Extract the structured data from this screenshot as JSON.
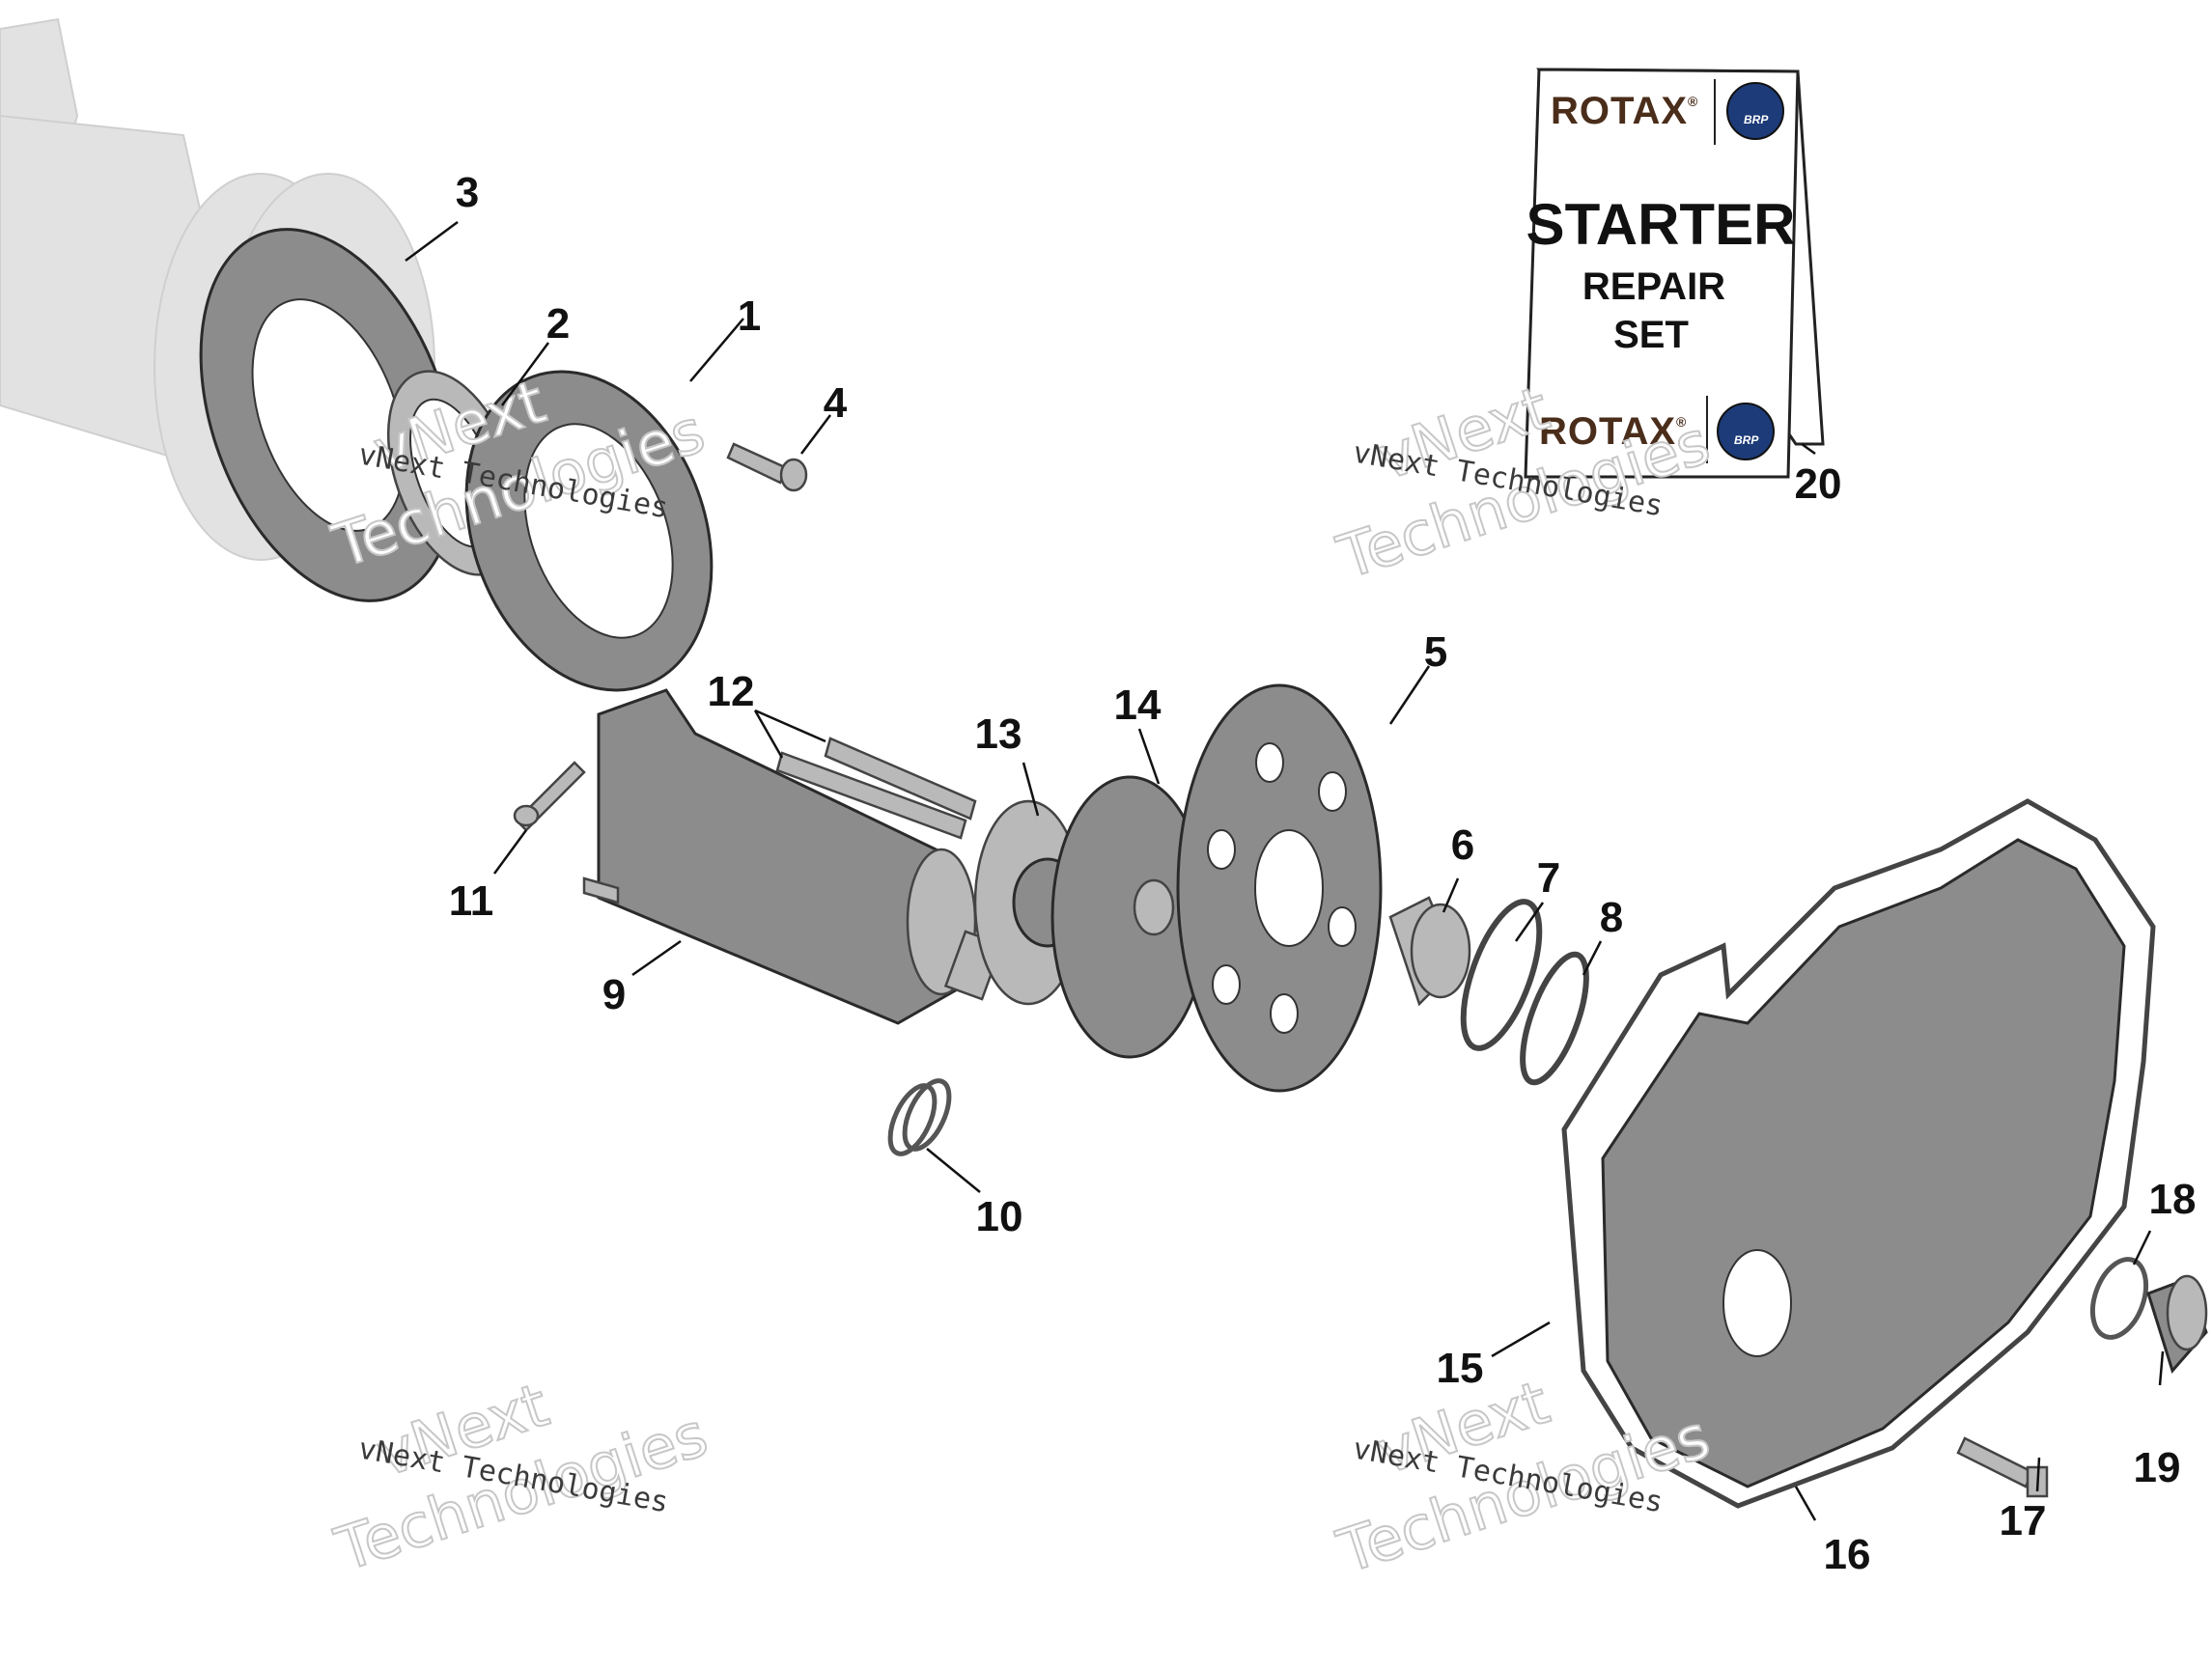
{
  "callouts": [
    "1",
    "2",
    "3",
    "4",
    "5",
    "6",
    "7",
    "8",
    "9",
    "10",
    "11",
    "12",
    "13",
    "14",
    "15",
    "16",
    "17",
    "18",
    "19",
    "20"
  ],
  "sign": {
    "brand": "ROTAX",
    "registered": "®",
    "logo_text": "BRP",
    "title": "STARTER",
    "line2": "REPAIR",
    "line3": "SET"
  },
  "watermark": {
    "small": "vNext Technologies",
    "big_line1": "vNext",
    "big_line2": "Technologies"
  }
}
